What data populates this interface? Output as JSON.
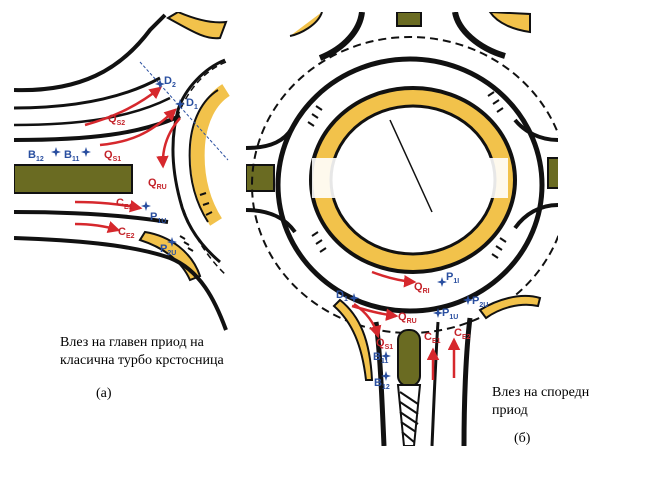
{
  "panel_a": {
    "caption_line1": "Влез на главен приод на",
    "caption_line2": "класична турбо крстосница",
    "tag": "(а)",
    "labels": {
      "D2": {
        "main": "D",
        "sub": "2"
      },
      "D1": {
        "main": "D",
        "sub": "1"
      },
      "QS2": {
        "main": "Q",
        "sub": "S2"
      },
      "QS1": {
        "main": "Q",
        "sub": "S1"
      },
      "B12": {
        "main": "B",
        "sub": "12"
      },
      "B11": {
        "main": "B",
        "sub": "11"
      },
      "QRU": {
        "main": "Q",
        "sub": "RU"
      },
      "CE1": {
        "main": "C",
        "sub": "E1"
      },
      "CE2": {
        "main": "C",
        "sub": "E2"
      },
      "P1U": {
        "main": "P",
        "sub": "1U"
      },
      "P2U": {
        "main": "P",
        "sub": "2U"
      }
    }
  },
  "panel_b": {
    "caption_line1": "Влез на споредн",
    "caption_line2": "приод",
    "tag": "(б)",
    "labels": {
      "QRI": {
        "main": "Q",
        "sub": "RI"
      },
      "P1I": {
        "main": "P",
        "sub": "1I"
      },
      "D1": {
        "main": "D",
        "sub": "1"
      },
      "P2U": {
        "main": "P",
        "sub": "2U"
      },
      "QRU": {
        "main": "Q",
        "sub": "RU"
      },
      "P1U": {
        "main": "P",
        "sub": "1U"
      },
      "QS1": {
        "main": "Q",
        "sub": "S1"
      },
      "CE1": {
        "main": "C",
        "sub": "E1"
      },
      "CE2": {
        "main": "C",
        "sub": "E2"
      },
      "B11": {
        "main": "B",
        "sub": "11"
      },
      "B12": {
        "main": "B",
        "sub": "12"
      }
    }
  },
  "colors": {
    "road_black": "#111111",
    "island_yellow": "#f2c24b",
    "median_olive": "#6a6b22",
    "arrow_red": "#d6282d",
    "marker_blue": "#2a4fa0"
  }
}
